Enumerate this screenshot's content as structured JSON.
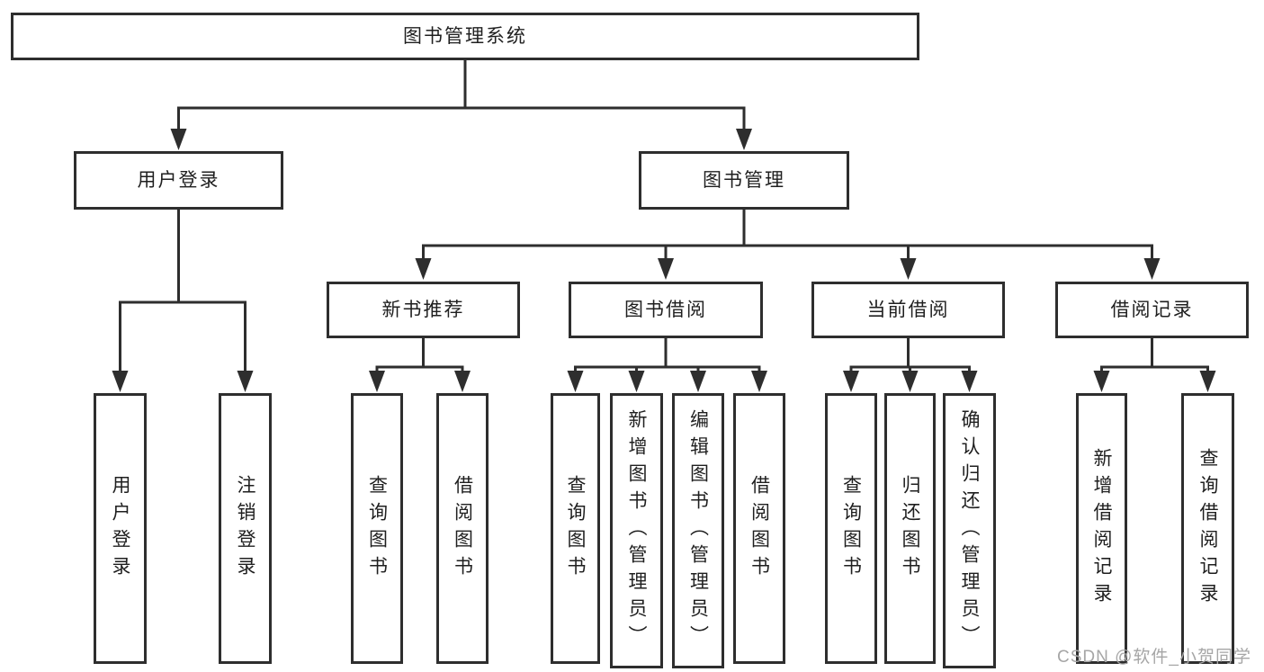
{
  "diagram": {
    "root": {
      "label": "图书管理系统"
    },
    "branches": [
      {
        "label": "用户登录",
        "children": [
          {
            "label": "用户登录"
          },
          {
            "label": "注销登录"
          }
        ]
      },
      {
        "label": "图书管理",
        "children": [
          {
            "label": "新书推荐",
            "children": [
              {
                "label": "查询图书"
              },
              {
                "label": "借阅图书"
              }
            ]
          },
          {
            "label": "图书借阅",
            "children": [
              {
                "label": "查询图书"
              },
              {
                "label": "新增图书（管理员）"
              },
              {
                "label": "编辑图书（管理员）"
              },
              {
                "label": "借阅图书"
              }
            ]
          },
          {
            "label": "当前借阅",
            "children": [
              {
                "label": "查询图书"
              },
              {
                "label": "归还图书"
              },
              {
                "label": "确认归还（管理员）"
              }
            ]
          },
          {
            "label": "借阅记录",
            "children": [
              {
                "label": "新增借阅记录"
              },
              {
                "label": "查询借阅记录"
              }
            ]
          }
        ]
      }
    ],
    "watermark": "CSDN @软件_小贺同学",
    "colors": {
      "line": "#2e2e2e",
      "text": "#1f1f1f",
      "box_background": "#ffffff",
      "watermark": "#a6a6a6"
    }
  }
}
